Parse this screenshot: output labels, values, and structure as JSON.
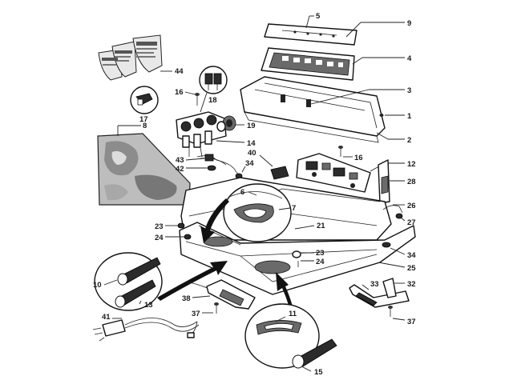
{
  "callouts": [
    {
      "id": "c1",
      "text": "1"
    },
    {
      "id": "c2",
      "text": "2"
    },
    {
      "id": "c3",
      "text": "3"
    },
    {
      "id": "c4",
      "text": "4"
    },
    {
      "id": "c5",
      "text": "5"
    },
    {
      "id": "c6",
      "text": "6"
    },
    {
      "id": "c7",
      "text": "7"
    },
    {
      "id": "c8",
      "text": "8"
    },
    {
      "id": "c9",
      "text": "9"
    },
    {
      "id": "c10",
      "text": "10"
    },
    {
      "id": "c11",
      "text": "11"
    },
    {
      "id": "c12",
      "text": "12"
    },
    {
      "id": "c13",
      "text": "13"
    },
    {
      "id": "c14",
      "text": "14"
    },
    {
      "id": "c15",
      "text": "15"
    },
    {
      "id": "c16a",
      "text": "16"
    },
    {
      "id": "c16b",
      "text": "16"
    },
    {
      "id": "c17",
      "text": "17"
    },
    {
      "id": "c18",
      "text": "18"
    },
    {
      "id": "c19",
      "text": "19"
    },
    {
      "id": "c21",
      "text": "21"
    },
    {
      "id": "c23a",
      "text": "23"
    },
    {
      "id": "c23b",
      "text": "23"
    },
    {
      "id": "c24a",
      "text": "24"
    },
    {
      "id": "c24b",
      "text": "24"
    },
    {
      "id": "c25",
      "text": "25"
    },
    {
      "id": "c26",
      "text": "26"
    },
    {
      "id": "c27",
      "text": "27"
    },
    {
      "id": "c28",
      "text": "28"
    },
    {
      "id": "c32",
      "text": "32"
    },
    {
      "id": "c33",
      "text": "33"
    },
    {
      "id": "c34a",
      "text": "34"
    },
    {
      "id": "c34b",
      "text": "34"
    },
    {
      "id": "c37a",
      "text": "37"
    },
    {
      "id": "c37b",
      "text": "37"
    },
    {
      "id": "c38",
      "text": "38"
    },
    {
      "id": "c40",
      "text": "40"
    },
    {
      "id": "c41",
      "text": "41"
    },
    {
      "id": "c42",
      "text": "42"
    },
    {
      "id": "c43",
      "text": "43"
    },
    {
      "id": "c44",
      "text": "44"
    }
  ]
}
